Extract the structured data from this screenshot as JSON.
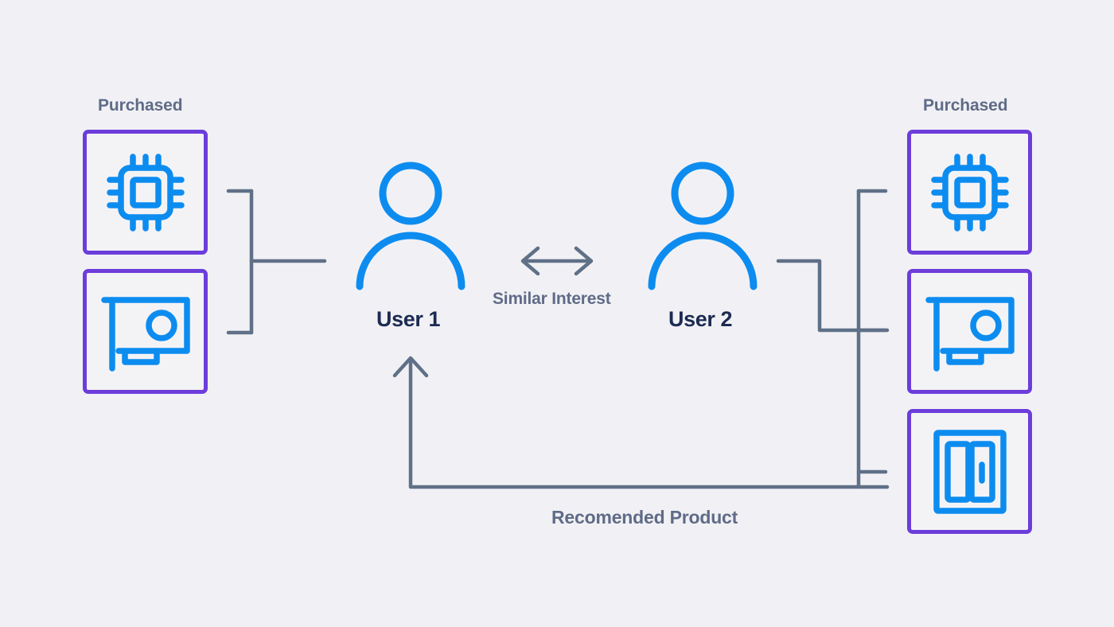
{
  "diagram": {
    "title": "Collaborative filtering recommendation diagram",
    "background_color": "#f1f1f5",
    "accent_blue": "#0d8cf0",
    "accent_purple": "#6c3ddb",
    "connector_color": "#5f7087",
    "text_slate": "#5f6b87",
    "text_navy": "#1d2b52"
  },
  "left_group": {
    "heading": "Purchased",
    "items": [
      {
        "icon": "cpu-chip-icon",
        "name": "Processor"
      },
      {
        "icon": "graphics-card-icon",
        "name": "Graphics Card"
      }
    ]
  },
  "right_group": {
    "heading": "Purchased",
    "items": [
      {
        "icon": "cpu-chip-icon",
        "name": "Processor"
      },
      {
        "icon": "graphics-card-icon",
        "name": "Graphics Card"
      },
      {
        "icon": "ram-memory-icon",
        "name": "Memory Module"
      }
    ]
  },
  "users": {
    "left": {
      "label": "User 1",
      "icon": "user-avatar-icon"
    },
    "right": {
      "label": "User 2",
      "icon": "user-avatar-icon"
    }
  },
  "relations": {
    "similarity_label": "Similar Interest",
    "similarity_arrow": "double-headed-arrow-icon",
    "recommendation_label": "Recomended Product",
    "recommendation_arrow": "up-arrow-icon"
  }
}
